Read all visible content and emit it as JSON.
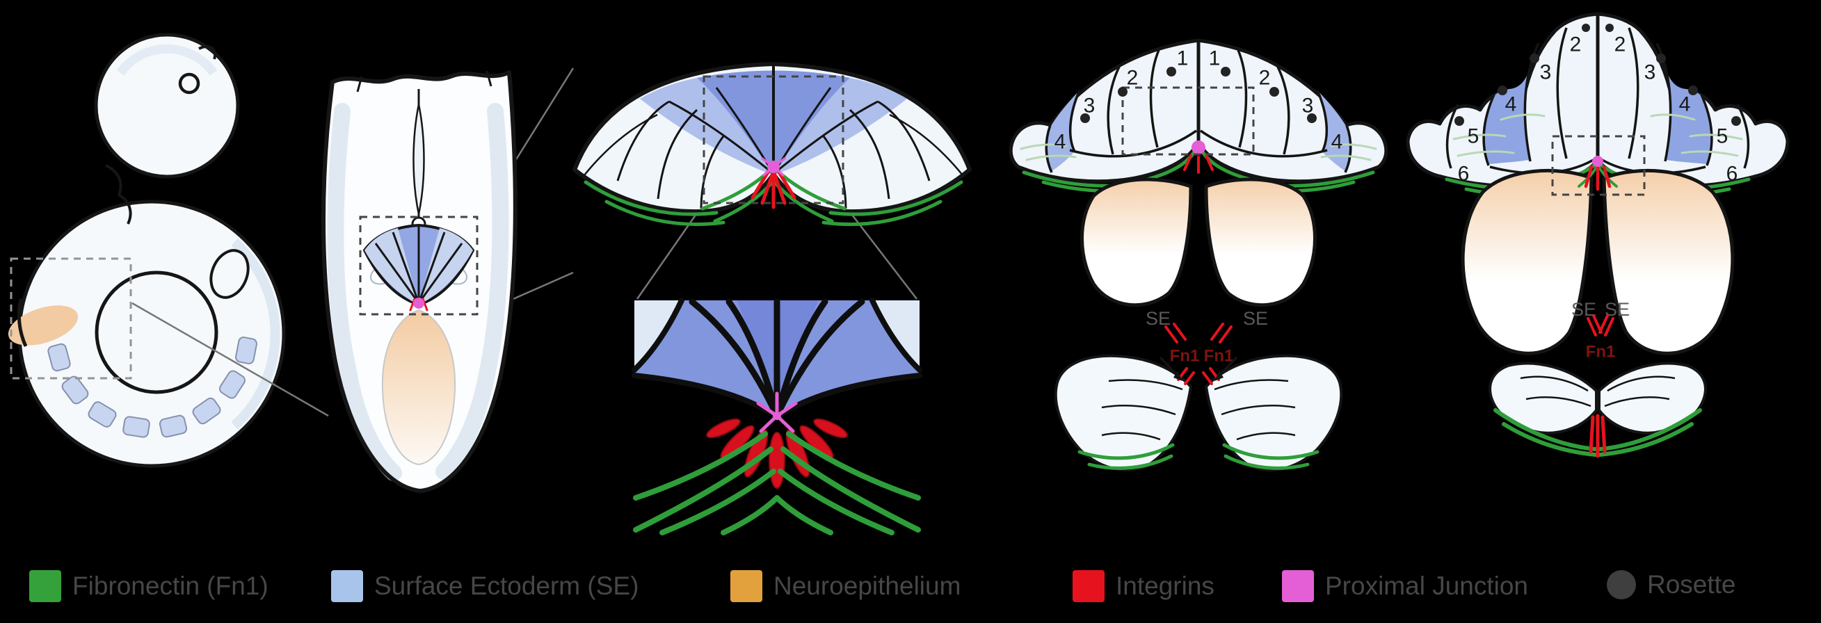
{
  "stage1": {
    "left_numbers": [
      "1",
      "2",
      "3",
      "4"
    ],
    "right_numbers": [
      "1",
      "2",
      "3",
      "4"
    ],
    "se_left": "SE",
    "se_right": "SE",
    "fn1_left": "Fn1",
    "fn1_right": "Fn1"
  },
  "stage2": {
    "left_numbers": [
      "2",
      "3",
      "4",
      "5",
      "6"
    ],
    "right_numbers": [
      "2",
      "3",
      "4",
      "5",
      "6"
    ],
    "se_left": "SE",
    "se_right": "SE",
    "fn1": "Fn1"
  },
  "legend": {
    "items": [
      {
        "label": "Fibronectin (Fn1)",
        "color": "#35a13a",
        "shape": "square"
      },
      {
        "label": "Surface Ectoderm (SE)",
        "color": "#a9c4ea",
        "shape": "square"
      },
      {
        "label": "Neuroepithelium",
        "color": "#e3a13d",
        "shape": "square"
      },
      {
        "label": "Integrins",
        "color": "#e6131f",
        "shape": "square"
      },
      {
        "label": "Proximal Junction",
        "color": "#e45fd5",
        "shape": "square"
      },
      {
        "label": "Rosette",
        "color": "#3f3f3f",
        "shape": "circle"
      }
    ]
  },
  "colors": {
    "background": "#000000",
    "fibronectin_green": "#2f9e3a",
    "surface_ectoderm_blue": "#a9c4ea",
    "neural_plate_blue": "#8296de",
    "neuroepithelium_orange": "#e3a13d",
    "integrin_red": "#e6131f",
    "proximal_junction_magenta": "#e45fd5",
    "rosette_gray": "#3f3f3f"
  }
}
